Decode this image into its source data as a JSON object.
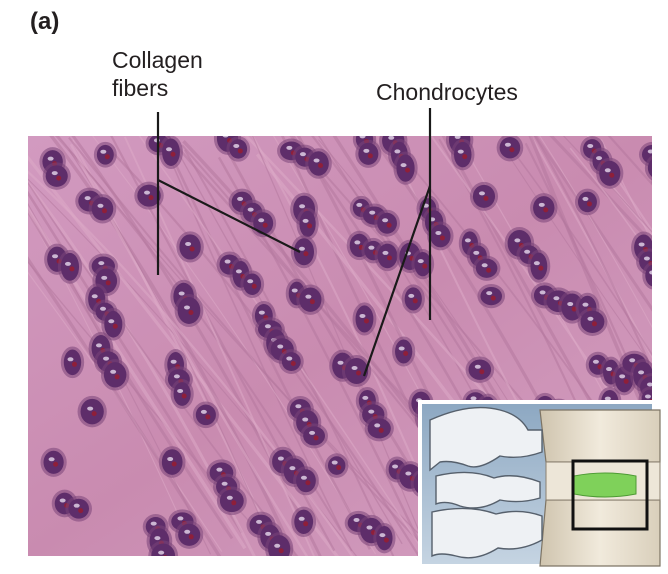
{
  "figure": {
    "panel_label": "(a)",
    "labels": {
      "collagen_line1": "Collagen",
      "collagen_line2": "fibers",
      "chondrocytes": "Chondrocytes"
    },
    "colors": {
      "matrix": "#c98bb0",
      "matrix_light": "#dcaac6",
      "fiber": "#b4789f",
      "lacuna": "#7a4378",
      "cell": "#5e2d6a",
      "nucleus": "#8e1f3a",
      "leader_line": "#1a1a1a",
      "disc_highlight": "#7fd15a",
      "bone": "#ece3d2"
    }
  }
}
